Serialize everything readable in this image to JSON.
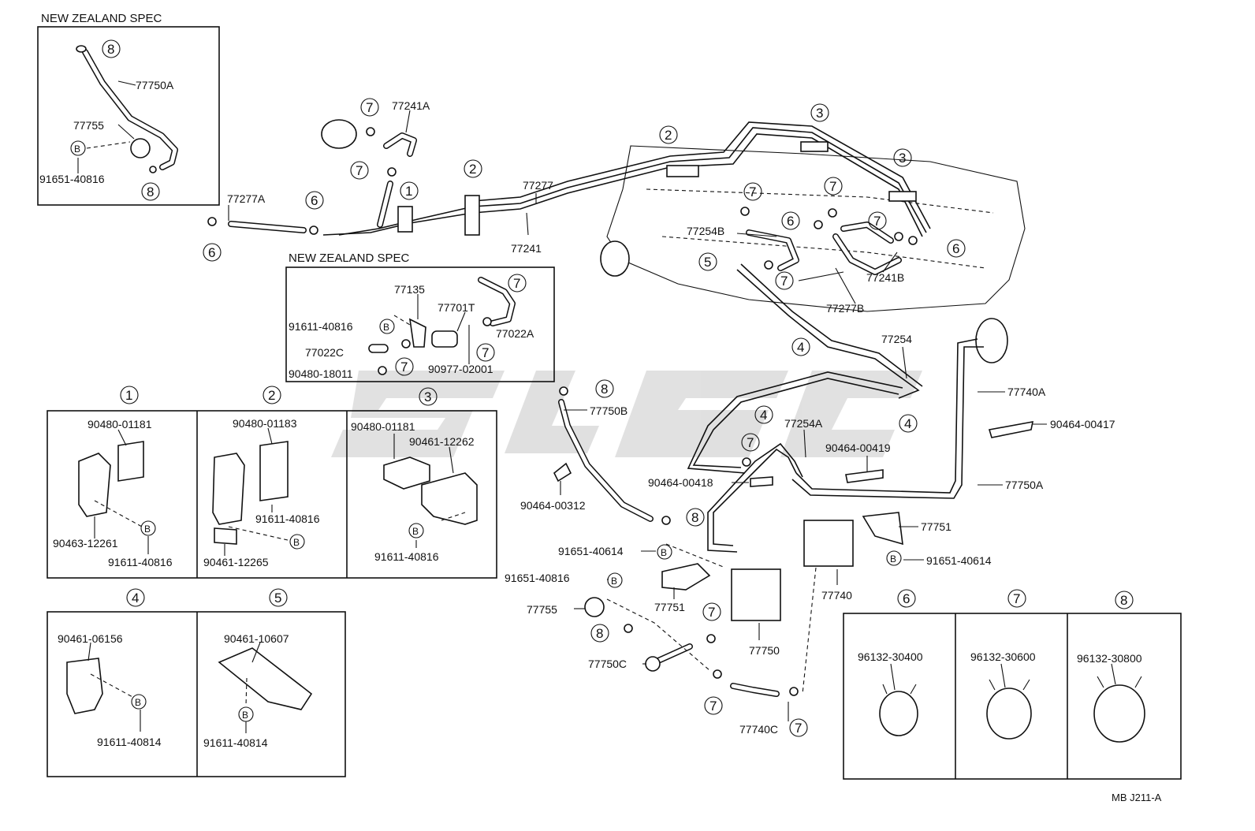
{
  "insets": {
    "nz_spec_top": "NEW ZEALAND SPEC",
    "nz_spec_mid": "NEW ZEALAND SPEC"
  },
  "reference": "MB J211-A",
  "watermark_color": "#c8c8c8",
  "labels": {
    "p77750A_nz": "77750A",
    "p77755_nz": "77755",
    "p91651_40816_nz": "91651-40816",
    "p77277A": "77277A",
    "p77241A": "77241A",
    "p77277": "77277",
    "p77241": "77241",
    "p77254B": "77254B",
    "p77241B": "77241B",
    "p77277B": "77277B",
    "p77254": "77254",
    "p77740A": "77740A",
    "p90464_00417": "90464-00417",
    "p77254A": "77254A",
    "p90464_00419": "90464-00419",
    "p90464_00418": "90464-00418",
    "p77750A": "77750A",
    "p77751_r": "77751",
    "p91651_40614_r": "91651-40614",
    "p77740": "77740",
    "p77750B": "77750B",
    "p90464_00312": "90464-00312",
    "p91651_40614_l": "91651-40614",
    "p91651_40816_l": "91651-40816",
    "p77751_l": "77751",
    "p77755": "77755",
    "p77750C": "77750C",
    "p77750": "77750",
    "p77740C": "77740C",
    "p77135": "77135",
    "p77701T": "77701T",
    "p91611_40816_nz": "91611-40816",
    "p77022A": "77022A",
    "p77022C": "77022C",
    "p90480_18011": "90480-18011",
    "p90977_02001": "90977-02001",
    "c1_a": "90480-01181",
    "c1_b": "90463-12261",
    "c1_c": "91611-40816",
    "c2_a": "90480-01183",
    "c2_b": "91611-40816",
    "c2_c": "90461-12265",
    "c3_a": "90480-01181",
    "c3_b": "90461-12262",
    "c3_c": "91611-40816",
    "c4_a": "90461-06156",
    "c4_b": "91611-40814",
    "c5_a": "90461-10607",
    "c5_b": "91611-40814",
    "c6": "96132-30400",
    "c7": "96132-30600",
    "c8": "96132-30800"
  },
  "callouts": {
    "n1": "1",
    "n2": "2",
    "n3": "3",
    "n4": "4",
    "n5": "5",
    "n6": "6",
    "n7": "7",
    "n8": "8",
    "bolt": "B"
  }
}
